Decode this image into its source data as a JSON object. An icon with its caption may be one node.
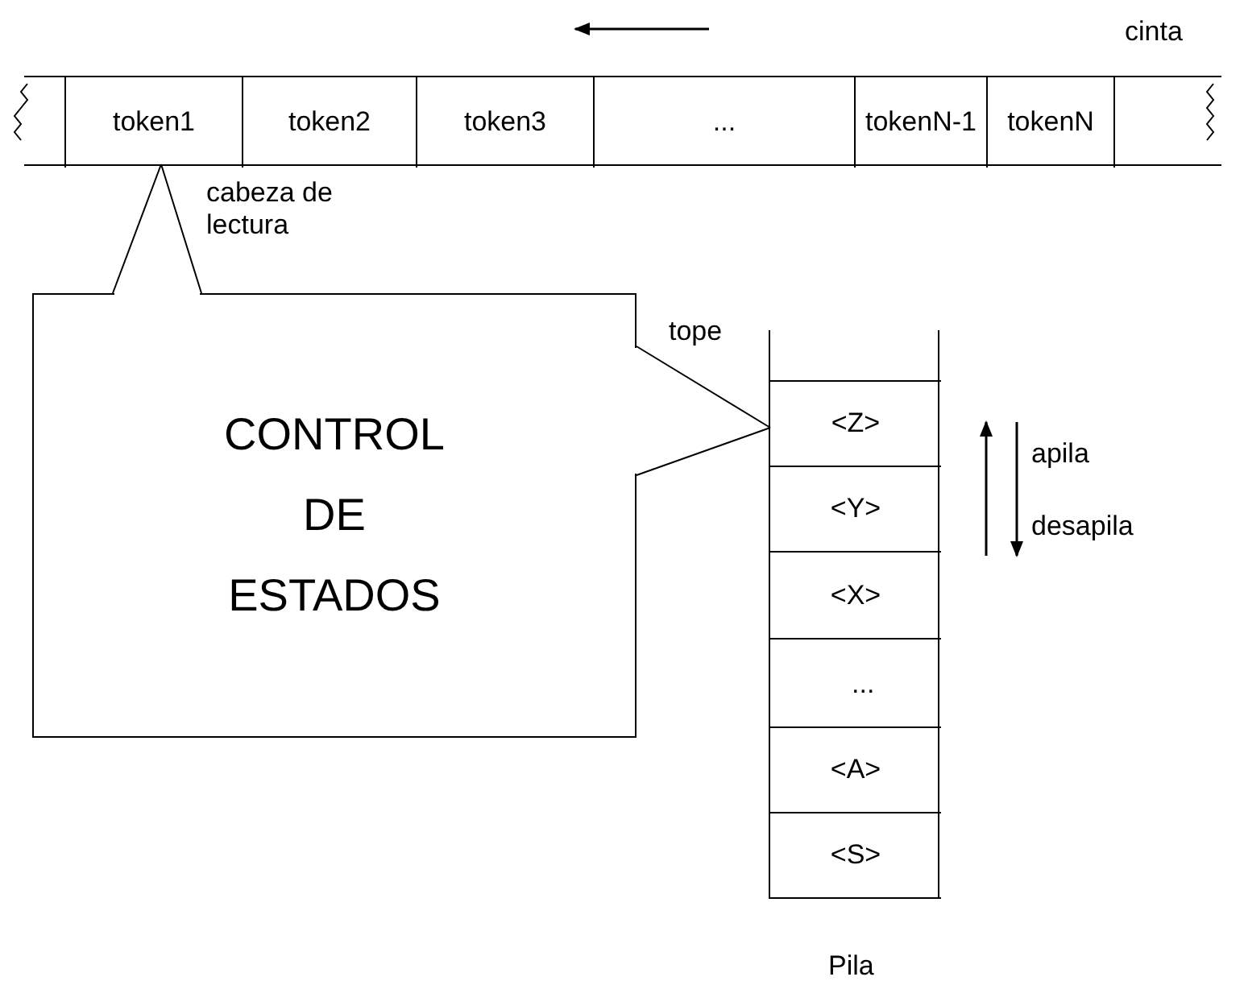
{
  "diagram": {
    "nodes": [
      {
        "text": [],
        "shape": "box"
      },
      {
        "text": [
          "token1"
        ],
        "in": 0
      },
      {
        "text": [
          "token2"
        ],
        "in": 0
      },
      {
        "text": [
          "token3"
        ],
        "in": 0
      },
      {
        "text": [
          "..."
        ],
        "in": 0
      },
      {
        "text": [
          "tokenN-1"
        ],
        "in": 0
      },
      {
        "text": [
          "tokenN"
        ],
        "in": 0
      },
      {
        "text": [
          "CONTROL DE ESTADOS"
        ]
      },
      {
        "text": [],
        "shape": "box"
      },
      {
        "text": [],
        "shape": "box",
        "in": 8
      },
      {
        "text": [
          "<Z>"
        ],
        "in": 8
      },
      {
        "text": [
          "<Y>"
        ],
        "in": 8
      },
      {
        "text": [
          "<X>"
        ],
        "in": 8
      },
      {
        "text": [
          "..."
        ],
        "in": 8
      },
      {
        "text": [
          "<A>"
        ],
        "in": 8
      },
      {
        "text": [
          "<S>"
        ],
        "in": 8
      }
    ],
    "edges": [
      {
        "from": 7,
        "to": 1,
        "arrow": "none"
      },
      {
        "from": 7,
        "to": 10,
        "arrow": "none"
      }
    ],
    "labels": [
      "cinta",
      "cabeza de lectura",
      "tope",
      "apila",
      "desapila",
      "Pila"
    ]
  }
}
